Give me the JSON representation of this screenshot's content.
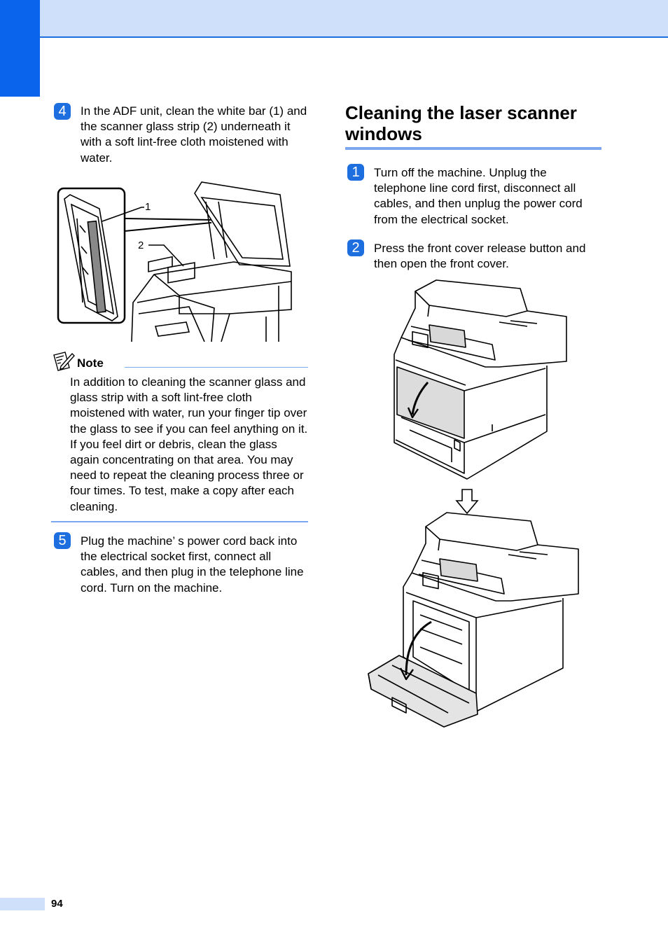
{
  "header": {},
  "left_column": {
    "step4": {
      "number": "4",
      "text": "In the ADF unit, clean the white bar (1) and the scanner glass strip (2) underneath it with a soft lint-free cloth moistened with water."
    },
    "figure": {
      "callout_1": "1",
      "callout_2": "2"
    },
    "note": {
      "title": "Note",
      "body": "In addition to cleaning the scanner glass and glass strip with a soft lint-free cloth moistened with water, run your finger tip over the glass to see if you can feel anything on it. If you feel dirt or debris, clean the glass again concentrating on that area. You may need to repeat the cleaning process three or four times. To test, make a copy after each cleaning."
    },
    "step5": {
      "number": "5",
      "text": "Plug the machine’ s power cord back into the electrical socket first, connect all cables, and then plug in the telephone line cord. Turn on the machine."
    }
  },
  "right_column": {
    "heading": "Cleaning the laser scanner windows",
    "step1": {
      "number": "1",
      "text": "Turn off the machine. Unplug the telephone line cord first, disconnect all cables, and then unplug the power cord from the electrical socket."
    },
    "step2": {
      "number": "2",
      "text": "Press the front cover release button and then open the front cover."
    }
  },
  "footer": {
    "page_number": "94"
  },
  "colors": {
    "accent_blue": "#1d6fe0",
    "band_light": "#cfe0fb",
    "tab_blue": "#0a64ec"
  }
}
